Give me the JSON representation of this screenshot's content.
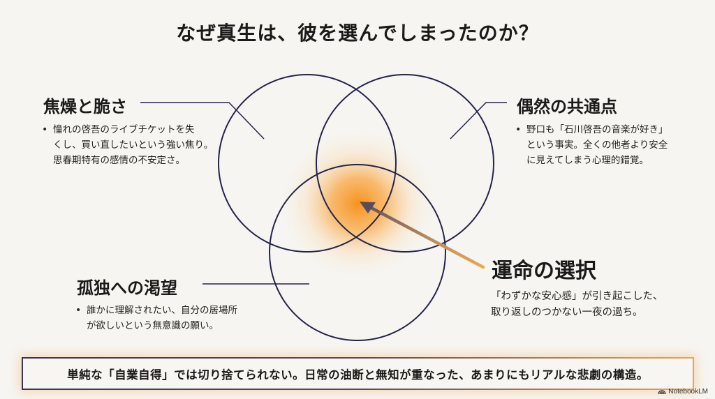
{
  "title": "なぜ真生は、彼を選んでしまったのか？",
  "sections": {
    "top_left": {
      "heading": "焦燥と脆さ",
      "lines": [
        "憧れの啓吾のライブチケットを失",
        "くし、買い直したいという強い焦り。",
        "思春期特有の感情の不安定さ。"
      ]
    },
    "top_right": {
      "heading": "偶然の共通点",
      "lines": [
        "野口も「石川啓吾の音楽が好き」",
        "という事実。全くの他者より安全",
        "に見えてしまう心理的錯覚。"
      ]
    },
    "bottom_left": {
      "heading": "孤独への渇望",
      "lines": [
        "誰かに理解されたい、自分の居場所",
        "が欲しいという無意識の願い。"
      ]
    },
    "center": {
      "heading": "運命の選択",
      "lines": [
        "「わずかな安心感」が引き起こした、",
        "取り返しのつかない一夜の過ち。"
      ]
    }
  },
  "summary": "単純な「自業自得」では切り捨てられない。日常の油断と無知が重なった、あまりにもリアルな悲劇の構造。",
  "brand": {
    "icon": "notebooklm-icon",
    "label": "NotebookLM"
  },
  "colors": {
    "background": "#f6f5f1",
    "circle_stroke": "#23244a",
    "glow": "#f7931e",
    "arrow_head": "#5a4a5e",
    "arrow_tail": "#e8a850"
  }
}
